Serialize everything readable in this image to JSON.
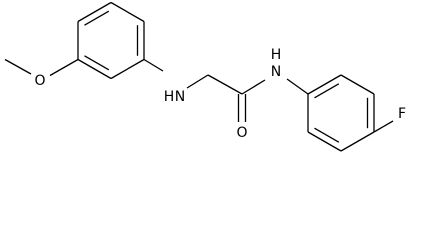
{
  "molecule": {
    "atoms": {
      "methoxy_o": "O",
      "amine_nh": "H",
      "amine_n": "N",
      "amide_n": "N",
      "amide_h": "H",
      "carbonyl_o": "O",
      "fluorine": "F"
    }
  }
}
